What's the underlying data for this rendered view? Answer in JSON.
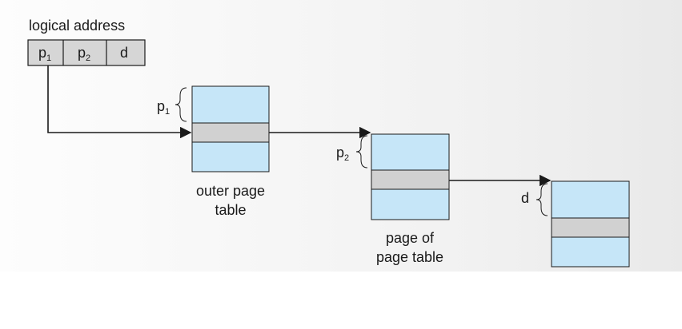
{
  "diagram": {
    "title": "logical address",
    "fields": {
      "p1": "p",
      "p1_sub": "1",
      "p2": "p",
      "p2_sub": "2",
      "d": "d"
    },
    "outer_page_table": {
      "label_line1": "outer page",
      "label_line2": "table",
      "index": "p",
      "index_sub": "1"
    },
    "page_of_page_table": {
      "label_line1": "page of",
      "label_line2": "page table",
      "index": "p",
      "index_sub": "2"
    },
    "page": {
      "index": "d"
    }
  },
  "colors": {
    "table_fill": "#c6e6f8",
    "selected_entry": "#d1d1d1",
    "stroke": "#1a1a1a"
  }
}
